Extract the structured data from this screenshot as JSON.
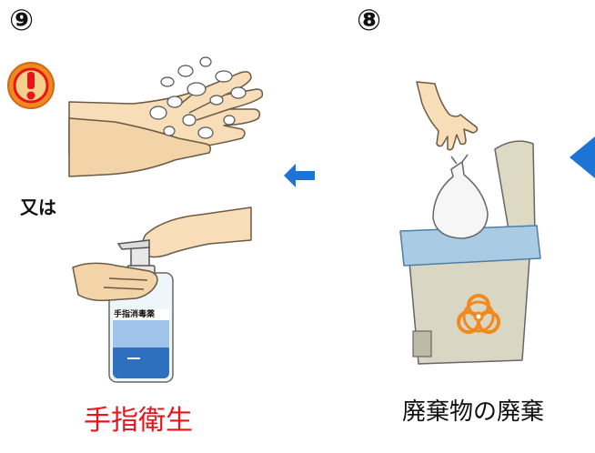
{
  "steps": [
    {
      "number": "⑨",
      "alt_label": "又は",
      "caption": "手指衛生",
      "bottle_label": "手指消毒薬"
    },
    {
      "number": "⑧",
      "caption": "廃棄物の廃棄"
    }
  ],
  "colors": {
    "caption_hand_hygiene": "#e8141c",
    "caption_disposal": "#111111",
    "arrow": "#1e74d6",
    "warning_fill": "#f08a1c",
    "warning_accent": "#e8141c",
    "skin": "#f7ddb8",
    "bin_body": "#d9d7c4",
    "bin_lid": "#ddd9c3",
    "bin_band": "#a9cbe3",
    "biohazard": "#f08a1c"
  },
  "icons": [
    "warning-icon",
    "arrow-left-icon",
    "biohazard-icon"
  ]
}
